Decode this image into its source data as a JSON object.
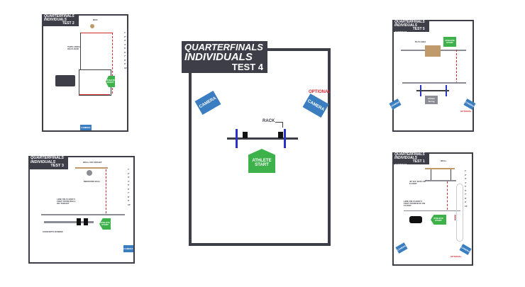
{
  "test4": {
    "title1": "Quarterfinals",
    "title2": "Individuals",
    "title3": "Test 4",
    "subtitle": "Floor Plan",
    "camera_left": "Camera",
    "camera_right": "Camera",
    "optional": "Optional",
    "rack": "Rack",
    "athlete_start": "Athlete Start"
  },
  "test2": {
    "title1": "Quarterfinals",
    "title2": "Individuals",
    "title3": "Test 2",
    "box_label": "Box",
    "tape_label": "Tape lines on floor",
    "start": "Athlete start",
    "camera": "Camera",
    "ticks": [
      "1'",
      "2'",
      "3'",
      "4'",
      "5'",
      "6'",
      "7'",
      "8'",
      "9'",
      "10'"
    ]
  },
  "test5": {
    "title1": "Quarterfinals",
    "title2": "Individuals",
    "title3": "Test 5",
    "subtitle": "Floor Plan",
    "plyo": "Plyo Box",
    "start": "Athlete start",
    "facing": "Athlete facing",
    "camera_left": "Camera",
    "camera_right": "Camera",
    "optional": "Optional"
  },
  "test3": {
    "title1": "Quarterfinals",
    "title2": "Individuals",
    "title3": "Test 3",
    "subtitle": "Floor Plan",
    "wall": "Wall or target",
    "ball": "Medicine ball",
    "line": "Line on floor 5 feet from wall or target",
    "bench": "Concept2 Rower",
    "start": "Athlete start",
    "camera": "Camera",
    "ticks": [
      "1'",
      "2'",
      "3'",
      "4'",
      "5'",
      "6'",
      "7'",
      "8'",
      "9'",
      "10'"
    ]
  },
  "test1": {
    "title1": "Quarterfinals",
    "title2": "Individuals",
    "title3": "Test 1",
    "subtitle": "Floor Plan",
    "wall": "Wall",
    "box_line": "45\"/24\" box or floor",
    "line": "Line on floor 5 feet from box on floor",
    "start": "Athlete start",
    "camera_left": "Camera",
    "camera_right": "Camera",
    "optional": "Optional",
    "ticks": [
      "1'",
      "2'",
      "3'",
      "4'",
      "5'",
      "6'",
      "7'",
      "8'",
      "9'",
      "10'"
    ]
  }
}
